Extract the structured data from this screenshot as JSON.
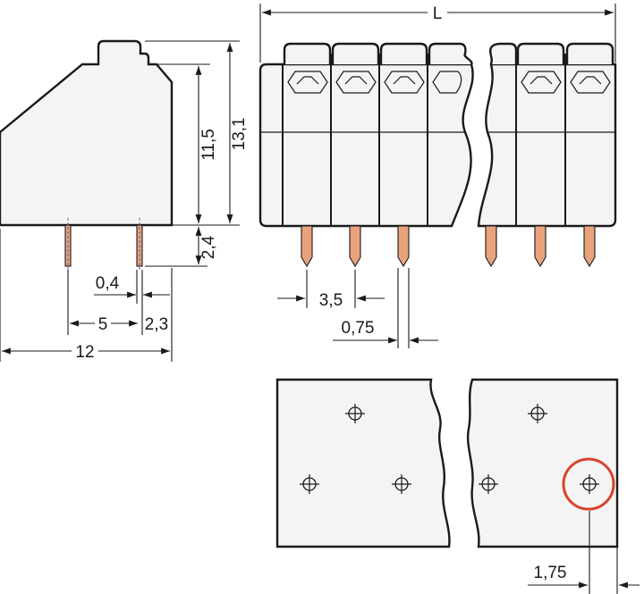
{
  "dimensions": {
    "L": "L",
    "d_11_5": "11,5",
    "d_13_1": "13,1",
    "d_2_4": "2,4",
    "d_0_4": "0,4",
    "d_5": "5",
    "d_2_3": "2,3",
    "d_12": "12",
    "d_3_5": "3,5",
    "d_0_75": "0,75",
    "d_1_75": "1,75"
  },
  "colors": {
    "pin": "#e8a27c",
    "highlight": "#d9432c"
  }
}
